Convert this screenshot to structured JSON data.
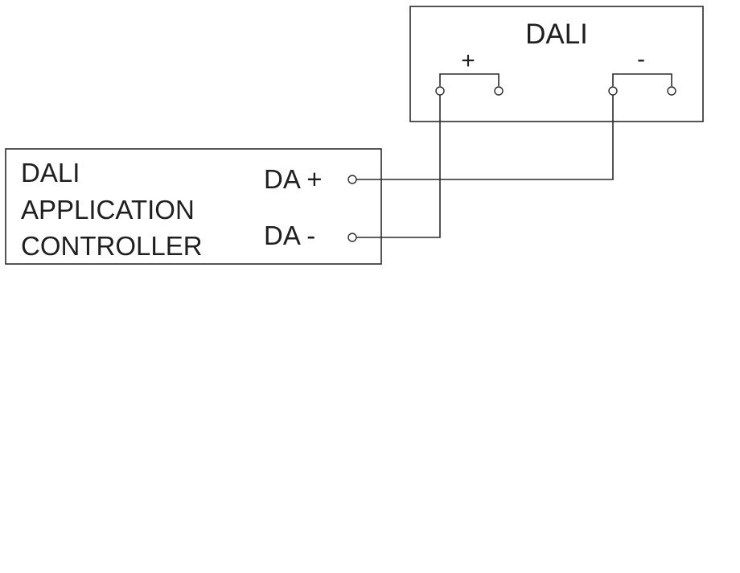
{
  "diagram": {
    "device": {
      "title": "DALI",
      "plus_label": "+",
      "minus_label": "-"
    },
    "controller": {
      "name_lines": [
        "DALI",
        "APPLICATION",
        "CONTROLLER"
      ],
      "terminal_plus": "DA +",
      "terminal_minus": "DA -"
    },
    "colors": {
      "line": "#2b2b2b",
      "text": "#1f1f1f",
      "background": "#ffffff"
    }
  }
}
